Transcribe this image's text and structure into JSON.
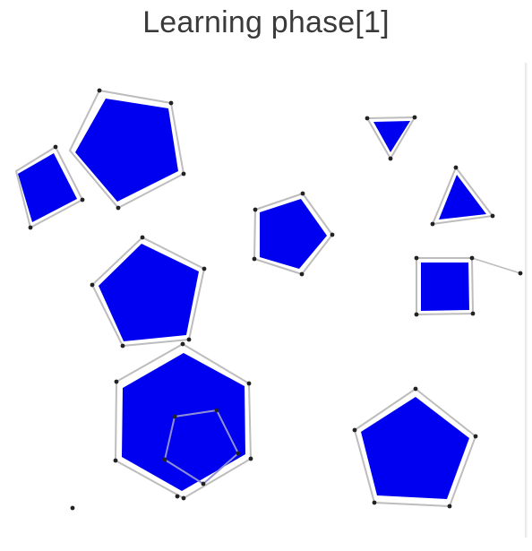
{
  "title": "Learning phase[1]",
  "colors": {
    "fill": "#0000f0",
    "outline": "#bdbdbd",
    "vertex": "#222222",
    "inner_outline": "#8f8fd8"
  },
  "shapes": [
    {
      "name": "shape-square-left",
      "kind": "square",
      "fill": true
    },
    {
      "name": "shape-pentagon-top-left",
      "kind": "pentagon",
      "fill": true
    },
    {
      "name": "shape-pentagon-middle-left",
      "kind": "pentagon",
      "fill": true
    },
    {
      "name": "shape-hexagon-bottom-left",
      "kind": "hexagon",
      "fill": true
    },
    {
      "name": "shape-pentagon-inner-outline",
      "kind": "pentagon",
      "fill": false
    },
    {
      "name": "shape-pentagon-center",
      "kind": "pentagon",
      "fill": true
    },
    {
      "name": "shape-triangle-top-right",
      "kind": "triangle",
      "fill": true
    },
    {
      "name": "shape-triangle-right",
      "kind": "triangle",
      "fill": true
    },
    {
      "name": "shape-square-right",
      "kind": "square",
      "fill": true
    },
    {
      "name": "shape-pentagon-bottom-right",
      "kind": "pentagon",
      "fill": true
    }
  ]
}
